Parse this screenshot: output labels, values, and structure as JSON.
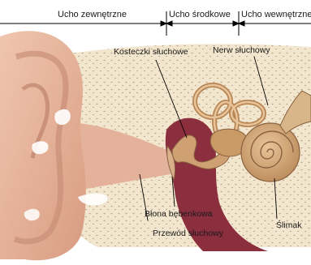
{
  "sections": {
    "outer": "Ucho zewnętrzne",
    "middle": "Ucho środkowe",
    "inner": "Ucho wewnętrzne"
  },
  "labels": {
    "ossicles": "Kosteczki słuchowe",
    "auditory_nerve": "Nerw słuchowy",
    "eardrum": "Błona bębenkowa",
    "ear_canal": "Przewód słuchowy",
    "cochlea": "Ślimak"
  },
  "colors": {
    "skin": "#e9b9a0",
    "skin_shadow": "#c98f78",
    "bone": "#f3e6cf",
    "bone_dots": "#b9a488",
    "cavity": "#8b2e3e",
    "ossicle": "#cfa172",
    "cochlea": "#c99a66",
    "leader_line": "#000000"
  }
}
